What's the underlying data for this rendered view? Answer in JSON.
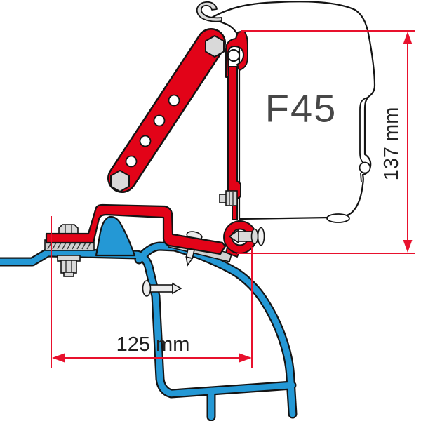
{
  "diagram": {
    "title_label": "F45",
    "dim_height": "137 mm",
    "dim_width": "125 mm",
    "colors": {
      "bracket_red": "#e20318",
      "dimension_red": "#e8112d",
      "roof_blue": "#2498d5",
      "metal_gray": "#d9d9d9",
      "outline_black": "#141414",
      "case_white": "#ffffff",
      "text_dark": "#222222",
      "label_gray": "#474747",
      "background": "#ffffff"
    }
  }
}
